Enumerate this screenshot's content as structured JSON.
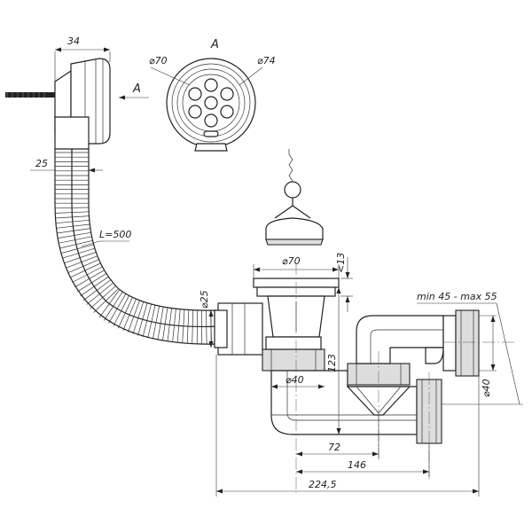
{
  "labels": {
    "dim_overflow_width": "34",
    "dim_overflow_pipe": "25",
    "hose_length": "L=500",
    "view_a_letter": "A",
    "view_arrow_letter": "A",
    "grate_inner_dia": "⌀70",
    "grate_outer_dia": "⌀74",
    "drain_flange_dia": "⌀70",
    "drain_flange_height": "<13",
    "hose_connection_dia": "⌀25",
    "siphon_inlet_dia": "⌀40",
    "outlet_dia": "⌀40",
    "outlet_adjust": "min 45 - max 55",
    "height_123": "123",
    "len_72": "72",
    "len_146": "146",
    "len_224": "224,5"
  }
}
